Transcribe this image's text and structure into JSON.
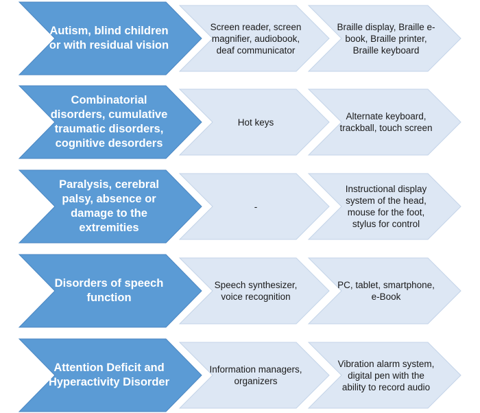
{
  "rows": [
    {
      "category": "Autism, blind children or with residual vision",
      "means_1": "Screen reader, screen magnifier, audiobook, deaf communicator",
      "means_2": "Braille display, Braille e-book, Braille printer, Braille keyboard"
    },
    {
      "category": "Combinatorial disorders, cumulative traumatic disorders, cognitive desorders",
      "means_1": "Hot keys",
      "means_2": "Alternate keyboard, trackball, touch screen"
    },
    {
      "category": "Paralysis, cerebral palsy, absence or damage to the extremities",
      "means_1": "-",
      "means_2": "Instructional display system of the head, mouse for the foot, stylus for control"
    },
    {
      "category": "Disorders of speech function",
      "means_1": "Speech synthesizer, voice recognition",
      "means_2": "PC, tablet, smartphone, e-Book"
    },
    {
      "category": "Attention Deficit and Hyperactivity Disorder",
      "means_1": "Information managers, organizers",
      "means_2": "Vibration alarm system, digital pen with the ability to record audio"
    }
  ],
  "colors": {
    "main_fill": "#5b9bd5",
    "main_fill_dark": "#4a86c2",
    "sub_fill": "#dde7f4",
    "sub_stroke": "#c3d3e8"
  }
}
